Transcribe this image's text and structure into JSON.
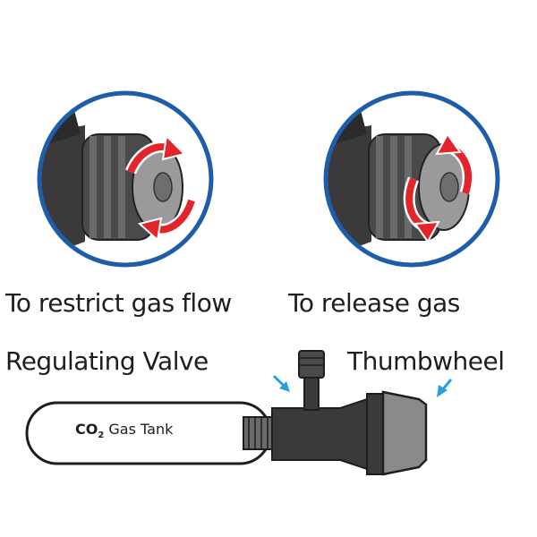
{
  "captions": {
    "restrict": "To restrict gas flow",
    "release": "To release gas",
    "valve": "Regulating Valve",
    "thumbwheel": "Thumbwheel"
  },
  "tank": {
    "formula_main": "CO",
    "formula_sub": "2",
    "label": "Gas Tank"
  },
  "colors": {
    "ring": "#1e5ea8",
    "arrow": "#e3242b",
    "pointer": "#2a9fe0",
    "body_dark": "#3a3a3a",
    "knob_grey": "#8a8a8a"
  },
  "icons": {
    "left_arrows": "rotate-clockwise-icon",
    "right_arrows": "rotate-counterclockwise-icon",
    "pointers": "pointer-arrow-icon"
  }
}
